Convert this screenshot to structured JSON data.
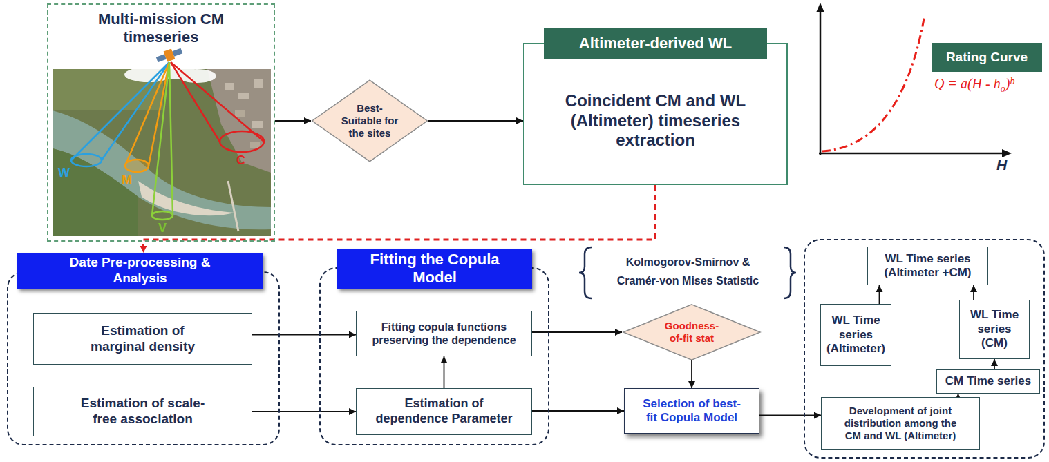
{
  "diagram": {
    "nodes": [
      {
        "text": [
          "Multi-mission CM timeseries"
        ]
      },
      {
        "text": [
          "Best-Suitable for the sites"
        ]
      },
      {
        "text": [
          "Altimeter-derived WL",
          "Coincident CM and WL (Altimeter) timeseries extraction"
        ]
      },
      {
        "text": [
          "Rating Curve"
        ]
      },
      {
        "text": [
          "Date Pre-processing & Analysis"
        ]
      },
      {
        "text": [
          "Estimation of marginal density"
        ],
        "in": 4
      },
      {
        "text": [
          "Estimation of scale-free association"
        ],
        "in": 4
      },
      {
        "text": [
          "Fitting the Copula Model"
        ]
      },
      {
        "text": [
          "Fitting copula functions preserving the dependence"
        ],
        "in": 7
      },
      {
        "text": [
          "Estimation of dependence Parameter"
        ],
        "in": 7
      },
      {
        "text": [
          "Goodness-of-fit stat"
        ]
      },
      {
        "text": [
          "Selection of best-fit Copula Model"
        ]
      },
      {
        "text": []
      },
      {
        "text": [
          "WL Time series (Altimeter +CM)"
        ],
        "in": 12
      },
      {
        "text": [
          "WL Time series (Altimeter)"
        ],
        "in": 12
      },
      {
        "text": [
          "WL Time series (CM)"
        ],
        "in": 12
      },
      {
        "text": [
          "CM Time series"
        ],
        "in": 12
      },
      {
        "text": [
          "Development of joint distribution among the CM and WL (Altimeter)"
        ],
        "in": 12
      }
    ],
    "edges": [
      {
        "from": 0,
        "to": 1,
        "arrow": "to"
      },
      {
        "from": 1,
        "to": 2,
        "arrow": "to"
      },
      {
        "from": 2,
        "to": 4,
        "arrow": "to"
      },
      {
        "from": 5,
        "to": 8,
        "arrow": "to"
      },
      {
        "from": 6,
        "to": 9,
        "arrow": "to"
      },
      {
        "from": 9,
        "to": 8,
        "arrow": "to"
      },
      {
        "from": 8,
        "to": 10,
        "arrow": "to"
      },
      {
        "from": 9,
        "to": 11,
        "arrow": "to"
      },
      {
        "from": 10,
        "to": 11,
        "arrow": "to"
      },
      {
        "from": 11,
        "to": 17,
        "arrow": "to"
      },
      {
        "from": 17,
        "to": 16,
        "arrow": "to"
      },
      {
        "from": 16,
        "to": 15,
        "arrow": "to"
      },
      {
        "from": 14,
        "to": 13,
        "arrow": "to"
      },
      {
        "from": 15,
        "to": 13,
        "arrow": "to"
      }
    ],
    "labels": [
      "W",
      "M",
      "C",
      "V",
      "Q = a(H - h",
      "o",
      ")",
      "b",
      "H",
      "Kolmogorov-Smirnov & Cramér-von Mises Statistic"
    ]
  }
}
